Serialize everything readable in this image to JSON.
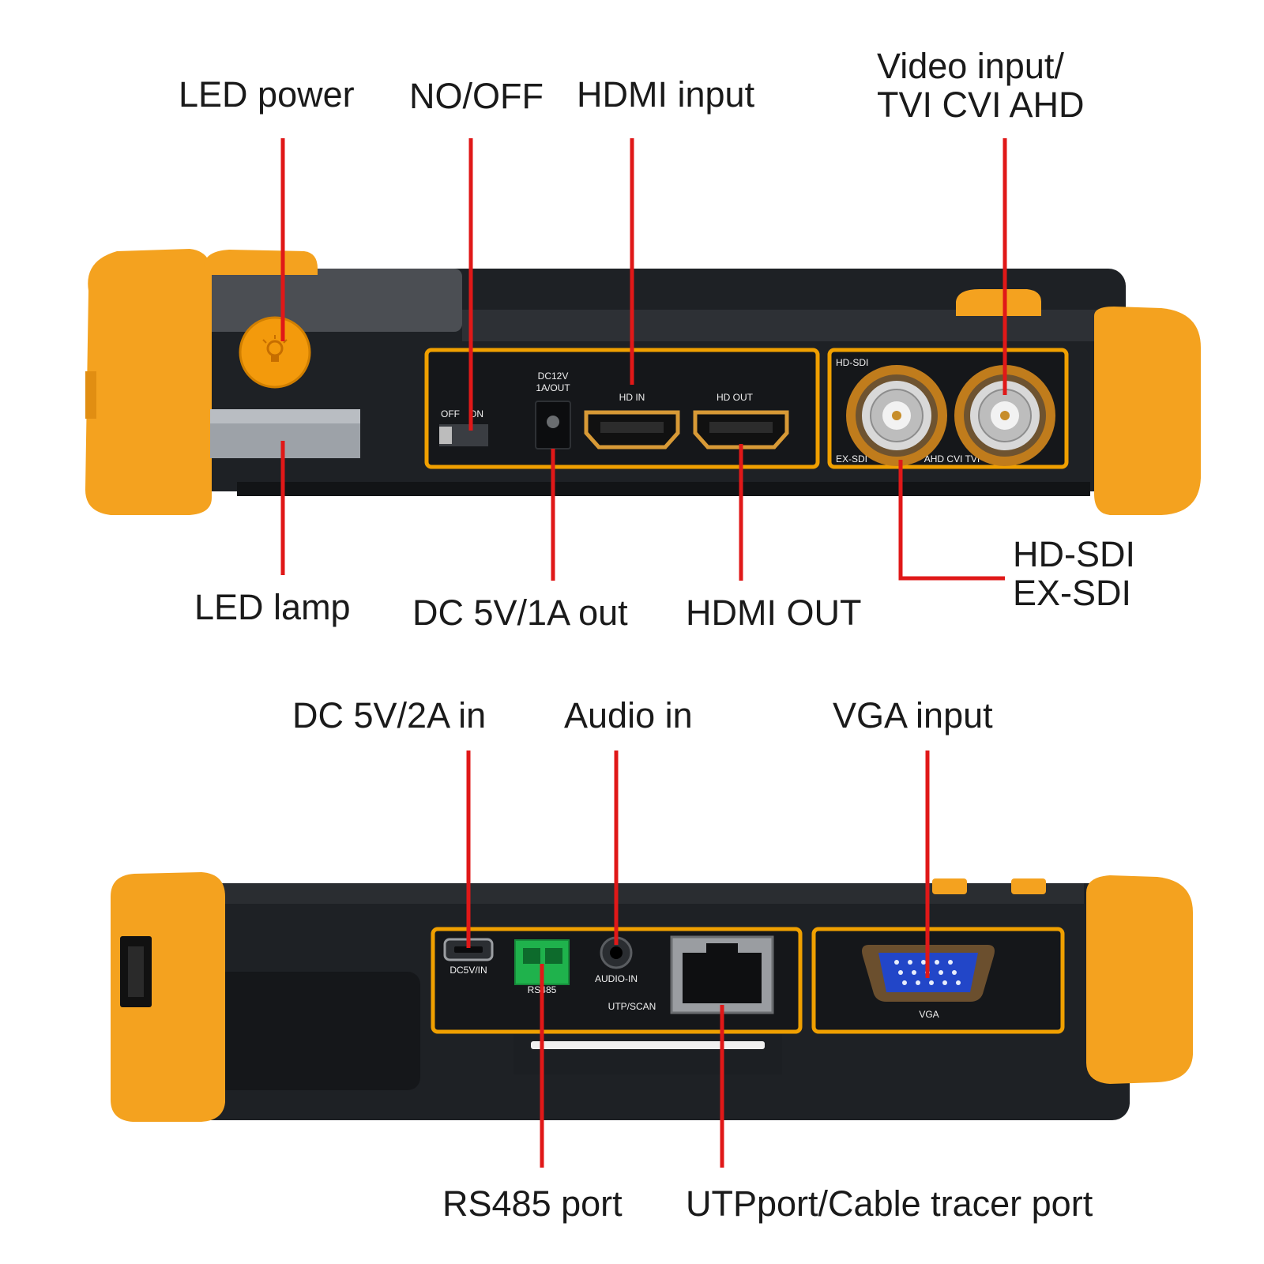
{
  "colors": {
    "callout_line": "#e01818",
    "bumper": "#f4a21f",
    "body": "#23262b",
    "port_frame": "#f0a000",
    "vga_blue": "#2246c8",
    "terminal_green": "#1fb24c"
  },
  "top_view": {
    "labels": {
      "led_power": "LED power",
      "no_off": "NO/OFF",
      "hdmi_input": "HDMI input",
      "video_input": "Video input/\nTVI CVI AHD",
      "led_lamp": "LED lamp",
      "dc_5v_1a_out": "DC 5V/1A out",
      "hdmi_out": "HDMI OUT",
      "hd_sdi_ex_sdi": "HD-SDI\nEX-SDI"
    },
    "silkscreen": {
      "switch_off": "OFF",
      "switch_on": "ON",
      "dc_line1": "DC12V",
      "dc_line2": "1A/OUT",
      "hd_in": "HD IN",
      "hd_out": "HD OUT",
      "hd_sdi": "HD-SDI",
      "ex_sdi": "EX-SDI",
      "ahd_cvi_tvi": "AHD CVI TVI"
    },
    "icons": [
      "bulb-icon",
      "bnc-connector-icon",
      "hdmi-port-icon",
      "dc-jack-icon"
    ]
  },
  "bottom_view": {
    "labels": {
      "dc_5v_2a_in": "DC 5V/2A in",
      "audio_in": "Audio in",
      "vga_input": "VGA input",
      "rs485_port": "RS485 port",
      "utp_port": "UTPport/Cable tracer port"
    },
    "silkscreen": {
      "dc5v_in": "DC5V/IN",
      "rs485": "RS485",
      "audio_in": "AUDIO-IN",
      "utp_scan": "UTP/SCAN",
      "vga": "VGA"
    },
    "icons": [
      "usb-port-icon",
      "terminal-block-icon",
      "audio-jack-icon",
      "rj45-port-icon",
      "vga-port-icon"
    ]
  }
}
